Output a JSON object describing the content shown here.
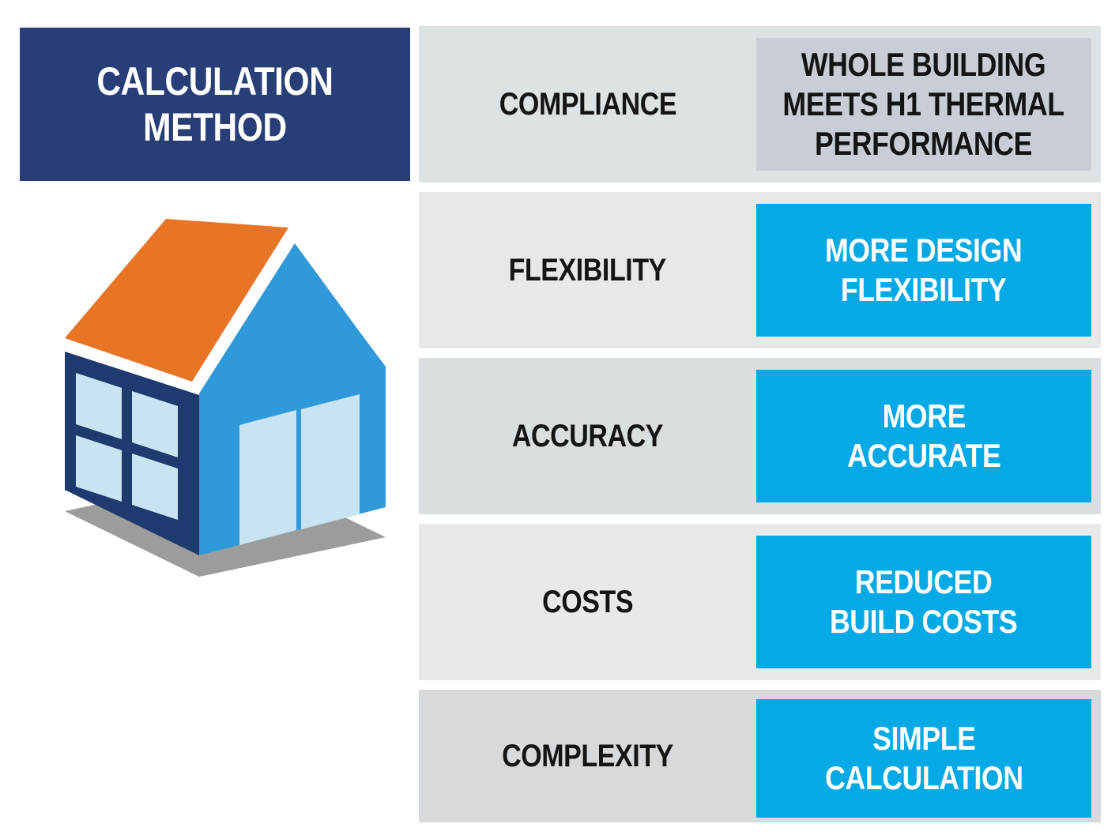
{
  "header": {
    "title": "CALCULATION\nMETHOD"
  },
  "house": {
    "roof_color": "#e87426",
    "front_wall_color": "#2f99d9",
    "side_wall_color": "#1e3a6e",
    "window_color": "#c8e4f2",
    "door_color": "#c8e4f2",
    "shadow_color": "#9c9c9c"
  },
  "palette": {
    "navy_header": "#273e76",
    "accent_blue": "#05a9e5",
    "neutral_value_box": "#c9ced6",
    "row_gray_dark": "#d9dee1",
    "row_gray_light": "#e8eaea",
    "text_dark": "#141414",
    "text_light": "#ffffff"
  },
  "rows": [
    {
      "label": "COMPLIANCE",
      "value": "WHOLE BUILDING\nMEETS H1 THERMAL\nPERFORMANCE"
    },
    {
      "label": "FLEXIBILITY",
      "value": "MORE DESIGN\nFLEXIBILITY"
    },
    {
      "label": "ACCURACY",
      "value": "MORE\nACCURATE"
    },
    {
      "label": "COSTS",
      "value": "REDUCED\nBUILD COSTS"
    },
    {
      "label": "COMPLEXITY",
      "value": "SIMPLE\nCALCULATION"
    }
  ]
}
